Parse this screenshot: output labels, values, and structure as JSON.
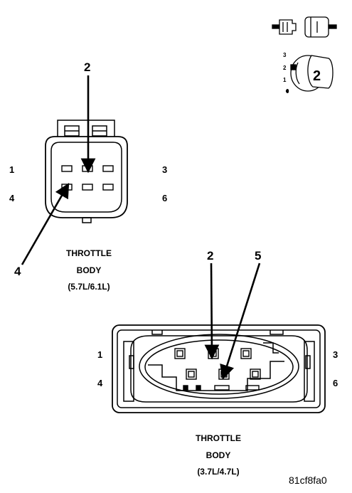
{
  "legend": {
    "level_labels": [
      "3",
      "2",
      "1",
      "0"
    ],
    "key_label": "2"
  },
  "top_connector": {
    "cavity_labels": [
      "1",
      "3",
      "4",
      "6"
    ],
    "callouts": [
      "2",
      "4"
    ],
    "caption": [
      "THROTTLE",
      "BODY",
      "(5.7L/6.1L)"
    ]
  },
  "bottom_connector": {
    "cavity_labels": [
      "1",
      "3",
      "4",
      "6"
    ],
    "callouts": [
      "2",
      "5"
    ],
    "caption": [
      "THROTTLE",
      "BODY",
      "(3.7L/4.7L)"
    ]
  },
  "figure_id": "81cf8fa0"
}
